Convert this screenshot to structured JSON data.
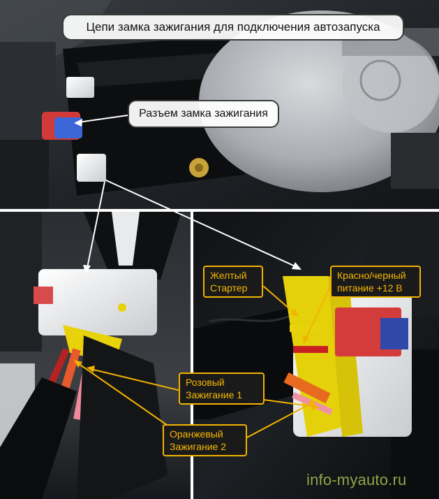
{
  "title": "Цепи замка зажигания для подключения автозапуска",
  "connector_label": "Разъем замка зажигания",
  "wires": {
    "yellow": {
      "name": "Желтый",
      "role": "Стартер"
    },
    "red_black": {
      "name": "Красно/черный",
      "role": "питание +12 В"
    },
    "pink": {
      "name": "Розовый",
      "role": "Зажигание 1"
    },
    "orange": {
      "name": "Оранжевый",
      "role": "Зажигание 2"
    }
  },
  "watermark": "info-myauto.ru",
  "colors": {
    "label_border": "#f2b300",
    "label_text": "#f5b800",
    "label_bg": "#1a1a1a",
    "pointer_lines": "#ffffff",
    "yellow_pointer": "#f2b300",
    "watermark": "#8fa64a"
  }
}
